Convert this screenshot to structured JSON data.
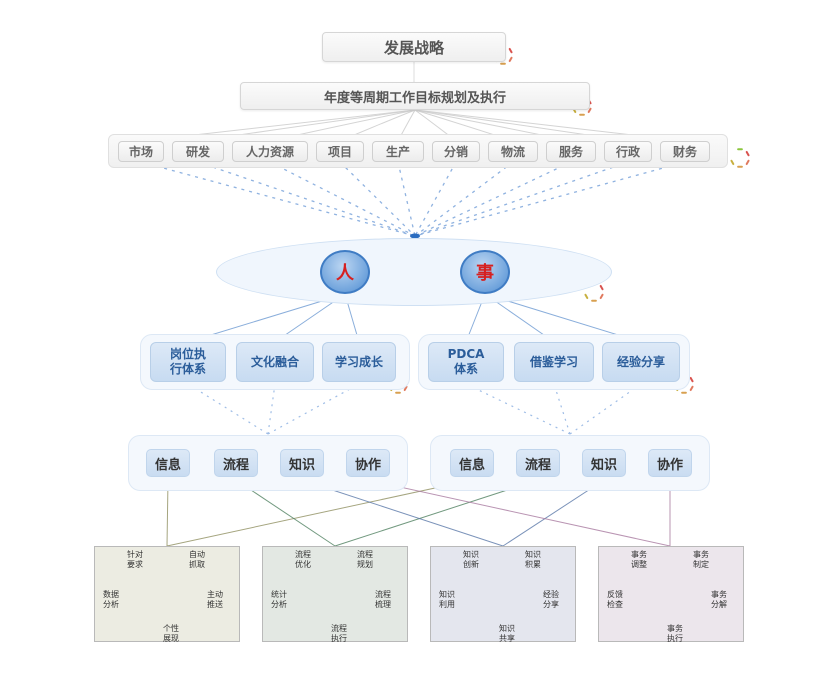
{
  "top": {
    "strategy": "发展战略",
    "annual_plan": "年度等周期工作目标规划及执行"
  },
  "departments": [
    "市场",
    "研发",
    "人力资源",
    "项目",
    "生产",
    "分销",
    "物流",
    "服务",
    "行政",
    "财务"
  ],
  "core": {
    "people": "人",
    "affairs": "事"
  },
  "people_group": [
    {
      "line1": "岗位执",
      "line2": "行体系"
    },
    {
      "line1": "文化融合",
      "line2": ""
    },
    {
      "line1": "学习成长",
      "line2": ""
    }
  ],
  "affairs_group": [
    {
      "line1": "PDCA",
      "line2": "体系"
    },
    {
      "line1": "借鉴学习",
      "line2": ""
    },
    {
      "line1": "经验分享",
      "line2": ""
    }
  ],
  "knowledge_left": [
    "信息",
    "流程",
    "知识",
    "协作"
  ],
  "knowledge_right": [
    "信息",
    "流程",
    "知识",
    "协作"
  ],
  "cycles": [
    {
      "name": "information",
      "background": "#ecece2",
      "steps": [
        {
          "l1": "针对",
          "l2": "要求",
          "arrow": "#c9b4e6"
        },
        {
          "l1": "自动",
          "l2": "抓取",
          "arrow": "#d8e88c"
        },
        {
          "l1": "主动",
          "l2": "推送",
          "arrow": "#a8e0a0"
        },
        {
          "l1": "个性",
          "l2": "展现",
          "arrow": "#b8e4e8"
        },
        {
          "l1": "数据",
          "l2": "分析",
          "arrow": "#a9bde6"
        }
      ]
    },
    {
      "name": "process",
      "background": "#e3e8e3",
      "steps": [
        {
          "l1": "流程",
          "l2": "优化",
          "arrow": "#8cc63f"
        },
        {
          "l1": "流程",
          "l2": "规划",
          "arrow": "#d92b2b"
        },
        {
          "l1": "流程",
          "l2": "梳理",
          "arrow": "#ec6a2c"
        },
        {
          "l1": "流程",
          "l2": "执行",
          "arrow": "#f0a03c"
        },
        {
          "l1": "统计",
          "l2": "分析",
          "arrow": "#d8d23a"
        }
      ]
    },
    {
      "name": "knowledge",
      "background": "#e4e6ee",
      "steps": [
        {
          "l1": "知识",
          "l2": "创新",
          "arrow": "#3fb6d6"
        },
        {
          "l1": "知识",
          "l2": "积累",
          "arrow": "#b58ad8"
        },
        {
          "l1": "经验",
          "l2": "分享",
          "arrow": "#7a52c8"
        },
        {
          "l1": "知识",
          "l2": "共享",
          "arrow": "#6a7ed8"
        },
        {
          "l1": "知识",
          "l2": "利用",
          "arrow": "#3a8ad8"
        }
      ]
    },
    {
      "name": "collaboration",
      "background": "#ece6ec",
      "steps": [
        {
          "l1": "事务",
          "l2": "调整",
          "arrow": "#ee8a2a"
        },
        {
          "l1": "事务",
          "l2": "制定",
          "arrow": "#33b8e0"
        },
        {
          "l1": "事务",
          "l2": "分解",
          "arrow": "#48d08a"
        },
        {
          "l1": "事务",
          "l2": "执行",
          "arrow": "#62cc3e"
        },
        {
          "l1": "反馈",
          "l2": "检查",
          "arrow": "#dde83a"
        }
      ]
    }
  ],
  "connector_colors": {
    "information": "#8f8f60",
    "process": "#4f8060",
    "knowledge": "#5a78a8",
    "collaboration": "#a87aa0"
  }
}
